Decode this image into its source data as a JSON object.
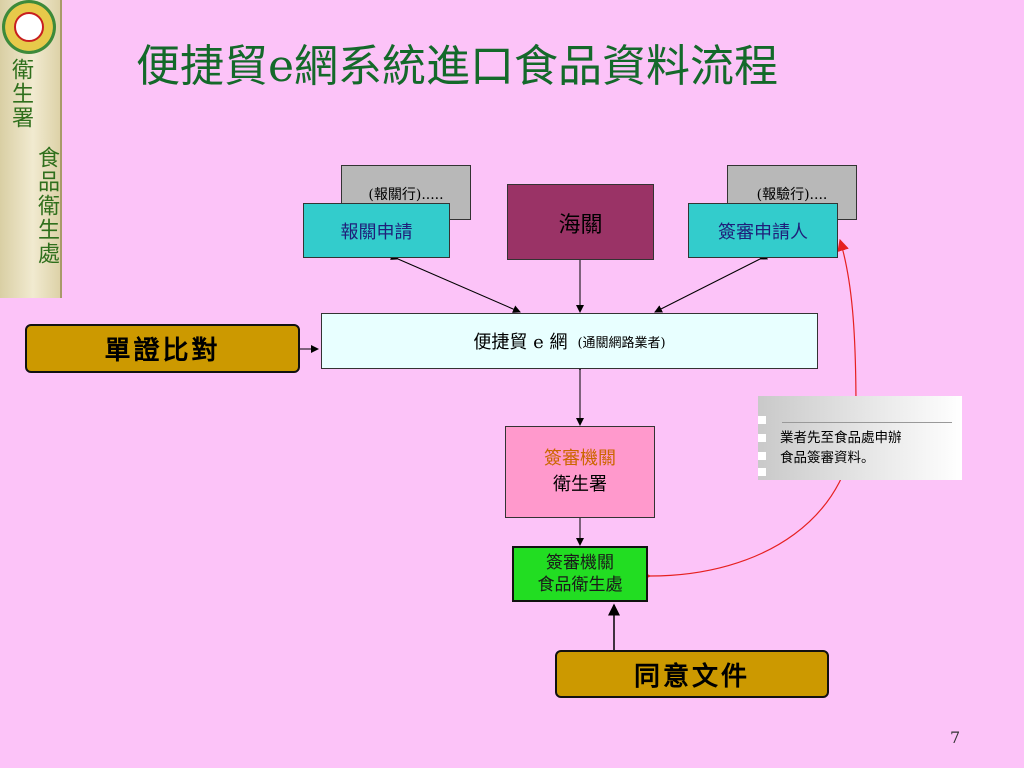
{
  "org": {
    "logo": "seal",
    "dept": "衛生署",
    "bureau": "食品衛生處"
  },
  "title": "便捷貿e網系統進口食品資料流程",
  "nodes": {
    "broker_back": "(報關行).....",
    "inspect_back": "(報驗行)....",
    "broker_apply": "報關申請",
    "customs": "海關",
    "applicant": "簽審申請人",
    "ebiz_main": "便捷貿 e 網",
    "ebiz_sub": "(通關網路業者)",
    "agency_label": "簽審機關",
    "agency_name": "衛生署",
    "food_label": "簽審機關",
    "food_name": "食品衛生處"
  },
  "buttons": {
    "compare": "單證比對",
    "consent": "同意文件"
  },
  "note": {
    "line1": "業者先至食品處申辦",
    "line2": "食品簽審資料。"
  },
  "page_number": "7",
  "colors": {
    "background": "#fcc3f8",
    "title": "#14692a",
    "teal": "#33cccc",
    "customs": "#9a3366",
    "agency": "#ff99cc",
    "agency_label": "#cc6600",
    "food": "#22dd22",
    "gold": "#cc9900",
    "red_arrow": "#e62020"
  }
}
